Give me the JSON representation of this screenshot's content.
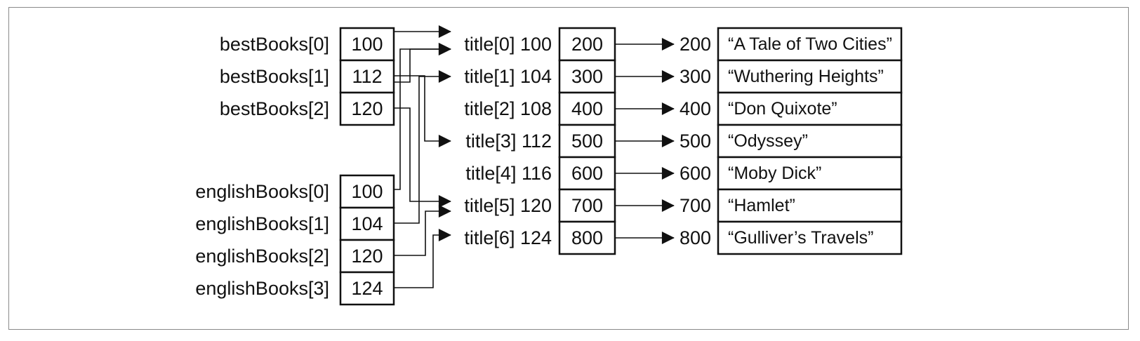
{
  "best_books": {
    "labels": [
      "bestBooks[0]",
      "bestBooks[1]",
      "bestBooks[2]"
    ],
    "values": [
      "100",
      "112",
      "120"
    ]
  },
  "english_books": {
    "labels": [
      "englishBooks[0]",
      "englishBooks[1]",
      "englishBooks[2]",
      "englishBooks[3]"
    ],
    "values": [
      "100",
      "104",
      "120",
      "124"
    ]
  },
  "titles": {
    "labels": [
      "title[0] 100",
      "title[1] 104",
      "title[2] 108",
      "title[3] 112",
      "title[4] 116",
      "title[5] 120",
      "title[6] 124"
    ],
    "values": [
      "200",
      "300",
      "400",
      "500",
      "600",
      "700",
      "800"
    ]
  },
  "strings": {
    "addresses": [
      "200",
      "300",
      "400",
      "500",
      "600",
      "700",
      "800"
    ],
    "values": [
      "“A Tale of Two Cities”",
      "“Wuthering Heights”",
      "“Don Quixote”",
      "“Odyssey”",
      "“Moby Dick”",
      "“Hamlet”",
      "“Gulliver’s Travels”"
    ]
  }
}
